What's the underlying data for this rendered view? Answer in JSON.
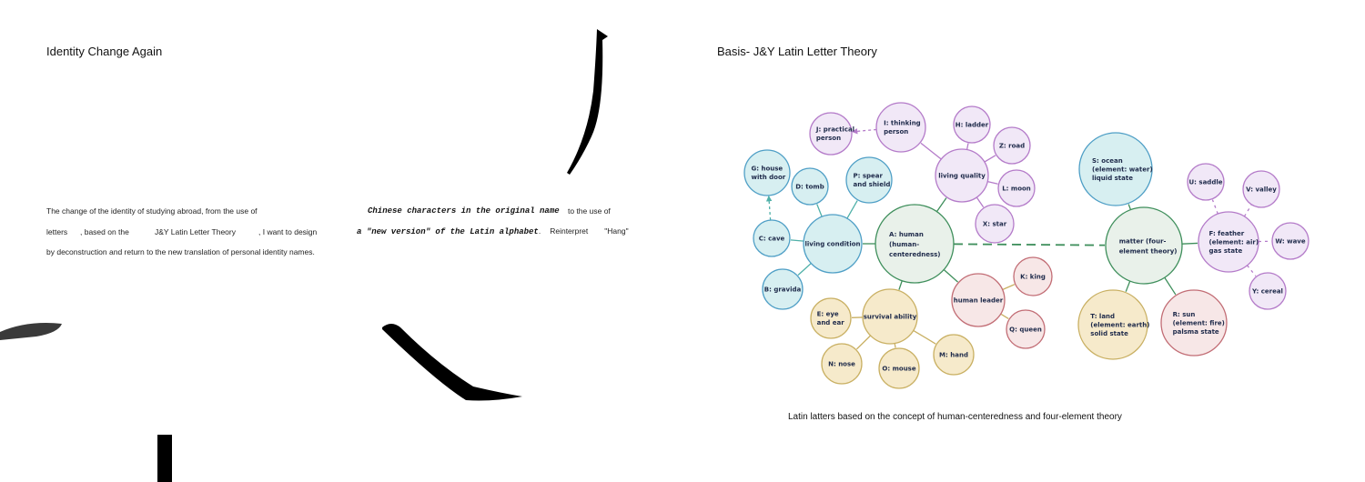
{
  "left_page": {
    "title": "Identity Change Again",
    "line1": {
      "a": "The change of the identity of studying abroad, from the use of",
      "b": "Chinese characters in the original name",
      "c": "to the use of"
    },
    "line2": {
      "a": "letters",
      "b": ", based on the",
      "c": "J&Y Latin Letter Theory",
      "d": ", I want to design",
      "e": "a \"new version\" of the Latin alphabet",
      "f": ".",
      "g": "Reinterpret",
      "h": "\"Hang\""
    },
    "line3": "by deconstruction and return to the new translation of personal identity names."
  },
  "right_page": {
    "title": "Basis- J&Y Latin Letter Theory",
    "caption": "Latin latters based on the concept of human-centeredness and four-element theory"
  },
  "diagram": {
    "colors": {
      "teal": {
        "fill": "#d7eff1",
        "stroke": "#4f9fc6"
      },
      "purple": {
        "fill": "#f1e8f7",
        "stroke": "#b47bc9"
      },
      "green": {
        "fill": "#e9f1ea",
        "stroke": "#3f8f5c"
      },
      "pink": {
        "fill": "#f7e7e7",
        "stroke": "#c26d75"
      },
      "yellow": {
        "fill": "#f6eacb",
        "stroke": "#c9b063"
      }
    },
    "nodes": [
      {
        "id": "A",
        "lines": [
          "A: human",
          "(human-",
          "centeredness)"
        ],
        "color": "green"
      },
      {
        "id": "LC",
        "lines": [
          "living condition"
        ],
        "color": "teal"
      },
      {
        "id": "G",
        "lines": [
          "G: house",
          "with door"
        ],
        "color": "teal"
      },
      {
        "id": "D",
        "lines": [
          "D: tomb"
        ],
        "color": "teal"
      },
      {
        "id": "P",
        "lines": [
          "P: spear",
          "and shield"
        ],
        "color": "teal"
      },
      {
        "id": "C",
        "lines": [
          "C: cave"
        ],
        "color": "teal"
      },
      {
        "id": "B",
        "lines": [
          "B: gravida"
        ],
        "color": "teal"
      },
      {
        "id": "LQ",
        "lines": [
          "living quality"
        ],
        "color": "purple"
      },
      {
        "id": "J",
        "lines": [
          "J: practical",
          "person"
        ],
        "color": "purple"
      },
      {
        "id": "I",
        "lines": [
          "I: thinking",
          "person"
        ],
        "color": "purple"
      },
      {
        "id": "H",
        "lines": [
          "H: ladder"
        ],
        "color": "purple"
      },
      {
        "id": "Z",
        "lines": [
          "Z: road"
        ],
        "color": "purple"
      },
      {
        "id": "L",
        "lines": [
          "L: moon"
        ],
        "color": "purple"
      },
      {
        "id": "X",
        "lines": [
          "X: star"
        ],
        "color": "purple"
      },
      {
        "id": "HL",
        "lines": [
          "human leader"
        ],
        "color": "pink"
      },
      {
        "id": "K",
        "lines": [
          "K: king"
        ],
        "color": "pink"
      },
      {
        "id": "Q",
        "lines": [
          "Q: queen"
        ],
        "color": "pink"
      },
      {
        "id": "SA",
        "lines": [
          "survival ability"
        ],
        "color": "yellow"
      },
      {
        "id": "E",
        "lines": [
          "E: eye",
          "and ear"
        ],
        "color": "yellow"
      },
      {
        "id": "N",
        "lines": [
          "N: nose"
        ],
        "color": "yellow"
      },
      {
        "id": "O",
        "lines": [
          "O: mouse"
        ],
        "color": "yellow"
      },
      {
        "id": "M",
        "lines": [
          "M: hand"
        ],
        "color": "yellow"
      },
      {
        "id": "MT",
        "lines": [
          "matter (four-",
          "element theory)"
        ],
        "color": "green"
      },
      {
        "id": "S",
        "lines": [
          "S: ocean",
          "(element: water)",
          "liquid state"
        ],
        "color": "teal"
      },
      {
        "id": "T",
        "lines": [
          "T: land",
          "(element: earth)",
          "solid state"
        ],
        "color": "yellow"
      },
      {
        "id": "R",
        "lines": [
          "R: sun",
          "(element: fire)",
          "palsma state"
        ],
        "color": "pink"
      },
      {
        "id": "F",
        "lines": [
          "F: feather",
          "(element: air)",
          "gas state"
        ],
        "color": "purple"
      },
      {
        "id": "U",
        "lines": [
          "U: saddle"
        ],
        "color": "purple"
      },
      {
        "id": "V",
        "lines": [
          "V: valley"
        ],
        "color": "purple"
      },
      {
        "id": "W",
        "lines": [
          "W: wave"
        ],
        "color": "purple"
      },
      {
        "id": "Y",
        "lines": [
          "Y: cereal"
        ],
        "color": "purple"
      }
    ],
    "edges": [
      [
        "A",
        "LC",
        "green",
        "solid"
      ],
      [
        "A",
        "LQ",
        "green",
        "solid"
      ],
      [
        "A",
        "HL",
        "green",
        "solid"
      ],
      [
        "A",
        "SA",
        "green",
        "solid"
      ],
      [
        "A",
        "MT",
        "green",
        "dashed"
      ],
      [
        "LC",
        "D",
        "teal",
        "solid"
      ],
      [
        "LC",
        "P",
        "teal",
        "solid"
      ],
      [
        "LC",
        "C",
        "teal",
        "solid"
      ],
      [
        "LC",
        "B",
        "teal",
        "solid"
      ],
      [
        "C",
        "G",
        "teal",
        "arrow"
      ],
      [
        "LQ",
        "I",
        "purple",
        "solid"
      ],
      [
        "LQ",
        "H",
        "purple",
        "solid"
      ],
      [
        "LQ",
        "Z",
        "purple",
        "solid"
      ],
      [
        "LQ",
        "L",
        "purple",
        "solid"
      ],
      [
        "LQ",
        "X",
        "purple",
        "solid"
      ],
      [
        "I",
        "J",
        "purple",
        "arrow"
      ],
      [
        "HL",
        "K",
        "yellow",
        "solid"
      ],
      [
        "HL",
        "Q",
        "yellow",
        "solid"
      ],
      [
        "SA",
        "E",
        "yellow",
        "solid"
      ],
      [
        "SA",
        "N",
        "yellow",
        "solid"
      ],
      [
        "SA",
        "O",
        "yellow",
        "solid"
      ],
      [
        "SA",
        "M",
        "yellow",
        "solid"
      ],
      [
        "MT",
        "S",
        "green",
        "solid"
      ],
      [
        "MT",
        "T",
        "green",
        "solid"
      ],
      [
        "MT",
        "R",
        "green",
        "solid"
      ],
      [
        "MT",
        "F",
        "green",
        "solid"
      ],
      [
        "F",
        "U",
        "purple",
        "dotted"
      ],
      [
        "F",
        "V",
        "purple",
        "dotted"
      ],
      [
        "F",
        "W",
        "purple",
        "dotted"
      ],
      [
        "F",
        "Y",
        "purple",
        "dotted"
      ]
    ]
  }
}
